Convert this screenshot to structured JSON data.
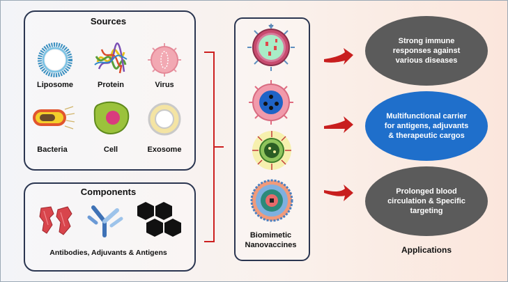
{
  "sources": {
    "title": "Sources",
    "items": [
      "Liposome",
      "Protein",
      "Virus",
      "Bacteria",
      "Cell",
      "Exosome"
    ]
  },
  "components": {
    "title": "Components",
    "caption": "Antibodies, Adjuvants & Antigens"
  },
  "center": {
    "label_line1": "Biomimetic",
    "label_line2": "Nanovaccines"
  },
  "applications": {
    "title": "Applications",
    "items": [
      {
        "text": "Strong immune responses against various diseases",
        "color": "#5b5b5b"
      },
      {
        "text": "Multifunctional carrier for antigens, adjuvants & therapeutic cargos",
        "color": "#1f6fcb"
      },
      {
        "text": "Prolonged blood circulation & Specific targeting",
        "color": "#5b5b5b"
      }
    ]
  },
  "colors": {
    "panel_border": "#2a3550",
    "bracket": "#cc1f1f",
    "arrow": "#c81e1e"
  }
}
